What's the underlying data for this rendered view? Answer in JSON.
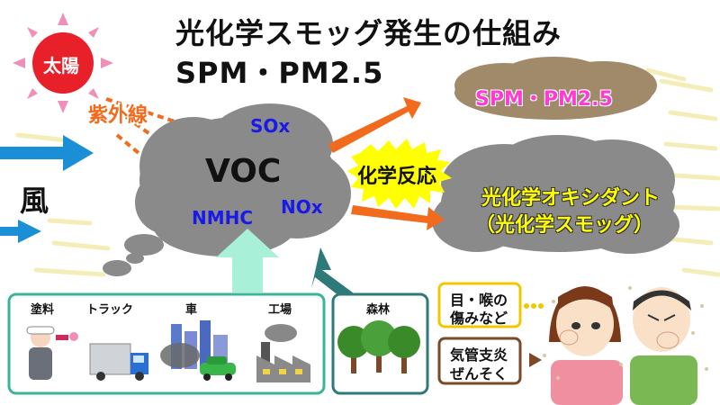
{
  "title": {
    "line1": "光化学スモッグ発生の仕組み",
    "line2": "SPM・PM2.5"
  },
  "sun": {
    "label": "太陽"
  },
  "uv": {
    "label": "紫外線"
  },
  "wind": {
    "label": "風"
  },
  "cloud": {
    "voc": "VOC",
    "sox": "SOx",
    "nmhc": "NMHC",
    "nox": "NOx"
  },
  "reaction": {
    "label": "化学反応"
  },
  "spm": {
    "label": "SPM・PM2.5"
  },
  "oxidant": {
    "line1": "光化学オキシダント",
    "line2": "（光化学スモッグ）"
  },
  "sources": {
    "items": [
      {
        "label": "塗料",
        "icon": "painter-icon"
      },
      {
        "label": "トラック",
        "icon": "truck-icon"
      },
      {
        "label": "車",
        "icon": "car-icon"
      },
      {
        "label": "工場",
        "icon": "factory-icon"
      }
    ],
    "forest": {
      "label": "森林",
      "icon": "forest-icon"
    }
  },
  "effects": {
    "eye_throat": {
      "line1": "目・喉の",
      "line2": "傷みなど"
    },
    "asthma": {
      "line1": "気管支炎",
      "line2": "ぜんそく"
    }
  },
  "colors": {
    "title_outline": "#ffffff",
    "sun": "#e8202a",
    "sun_rays": "#f08fb8",
    "uv_text": "#f26b1d",
    "wind_arrow": "#1a8fd6",
    "cloud_gray": "#8a8a8a",
    "spm_cloud": "#a08a6a",
    "spm_text": "#ff3bd1",
    "oxidant_text": "#ffff00",
    "reaction_burst": "#ffff00",
    "gas_text": "#1a1ae8",
    "source_border": "#3ab59a",
    "forest_border": "#2e7a78",
    "effect_border": "#f0c800",
    "effect_border2": "#7a4a28",
    "orange_arrow": "#f26b1d",
    "teal_arrow": "#2e7a78",
    "mint_arrow": "#a8f0d8"
  }
}
